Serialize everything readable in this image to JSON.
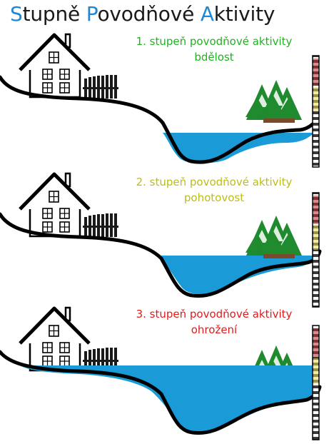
{
  "title": {
    "parts": [
      {
        "text": "S",
        "cap": true
      },
      {
        "text": "tupně ",
        "cap": false
      },
      {
        "text": "P",
        "cap": true
      },
      {
        "text": "ovodňové ",
        "cap": false
      },
      {
        "text": "A",
        "cap": true
      },
      {
        "text": "ktivity",
        "cap": false
      }
    ]
  },
  "panels": [
    {
      "line1": "1. stupeň povodňové aktivity",
      "line2": "bdělost",
      "color": "#22b122"
    },
    {
      "line1": "2. stupeň povodňové aktivity",
      "line2": "pohotovost",
      "color": "#bdbd18"
    },
    {
      "line1": "3. stupeň povodňové aktivity",
      "line2": "ohrožení",
      "color": "#e01b1b"
    }
  ],
  "colors": {
    "title_accent": "#1e88d8",
    "water": "#1a9ad6",
    "tree": "#1f8a2e",
    "ground_line": "#000000"
  },
  "icons": [
    "house-icon",
    "fence-icon",
    "tree-group-icon",
    "water-gauge-icon"
  ]
}
